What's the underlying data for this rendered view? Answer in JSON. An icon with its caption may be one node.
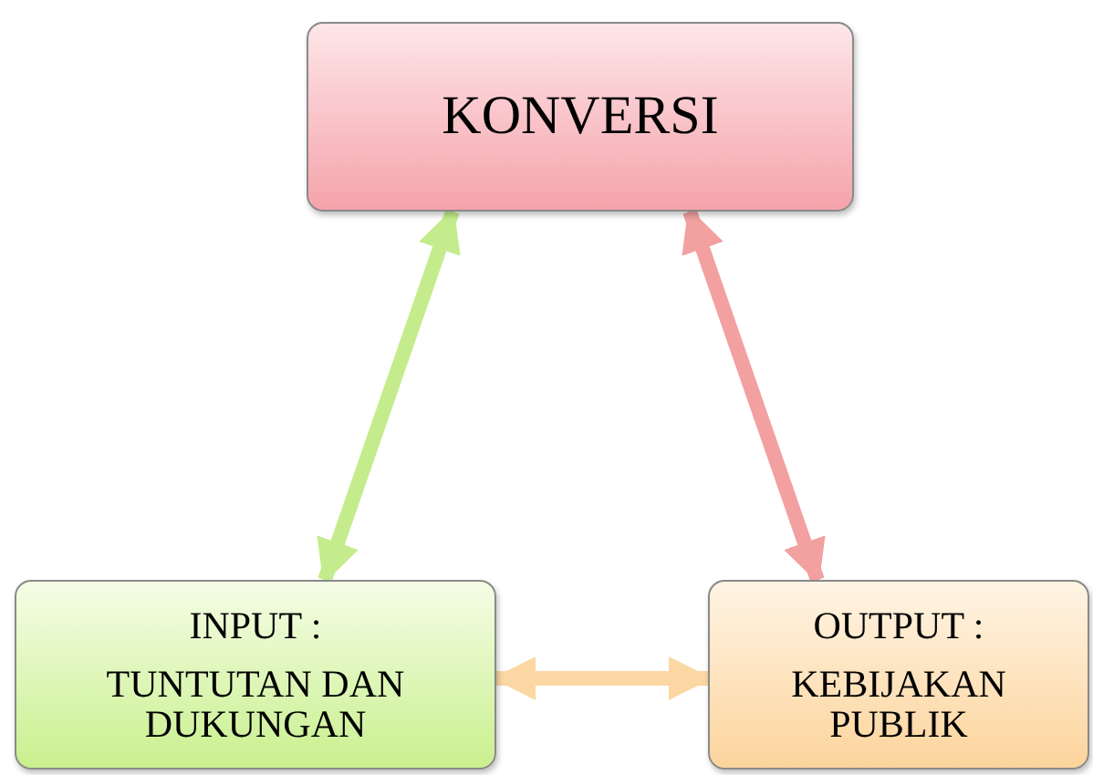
{
  "diagram": {
    "nodes": [
      {
        "text": [
          "KONVERSI"
        ]
      },
      {
        "text": [
          "INPUT :",
          "TUNTUTAN DAN DUKUNGAN"
        ]
      },
      {
        "text": [
          "OUTPUT :",
          "KEBIJAKAN PUBLIK"
        ]
      }
    ],
    "edges": [
      {
        "from": 0,
        "to": 1,
        "arrow": "both",
        "color": "#c4ec8c"
      },
      {
        "from": 0,
        "to": 2,
        "arrow": "both",
        "color": "#f2a0a0"
      },
      {
        "from": 1,
        "to": 2,
        "arrow": "both",
        "color": "#fbd7a4"
      }
    ]
  }
}
